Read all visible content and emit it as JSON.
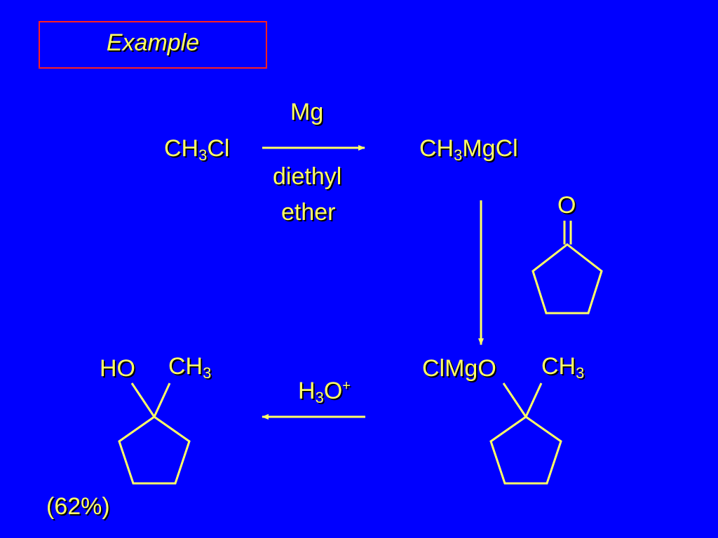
{
  "title": "Example",
  "colors": {
    "background": "#0000FF",
    "text": "#FFFF66",
    "title_border": "#FF2020"
  },
  "reaction1": {
    "reactant": {
      "main": "CH",
      "sub": "3",
      "tail": "Cl"
    },
    "reagent_above": "Mg",
    "reagent_below_1": "diethyl",
    "reagent_below_2": "ether",
    "product": {
      "main": "CH",
      "sub": "3",
      "tail": "MgCl"
    }
  },
  "cyclopentanone": {
    "oxygen": "O"
  },
  "intermediate": {
    "substituent": "ClMgO",
    "methyl": {
      "main": "CH",
      "sub": "3"
    }
  },
  "hydrolysis": {
    "reagent": {
      "main": "H",
      "sub": "3",
      "tail": "O",
      "sup": "+"
    }
  },
  "final_product": {
    "hydroxyl": "HO",
    "methyl": {
      "main": "CH",
      "sub": "3"
    },
    "yield": "(62%)"
  }
}
